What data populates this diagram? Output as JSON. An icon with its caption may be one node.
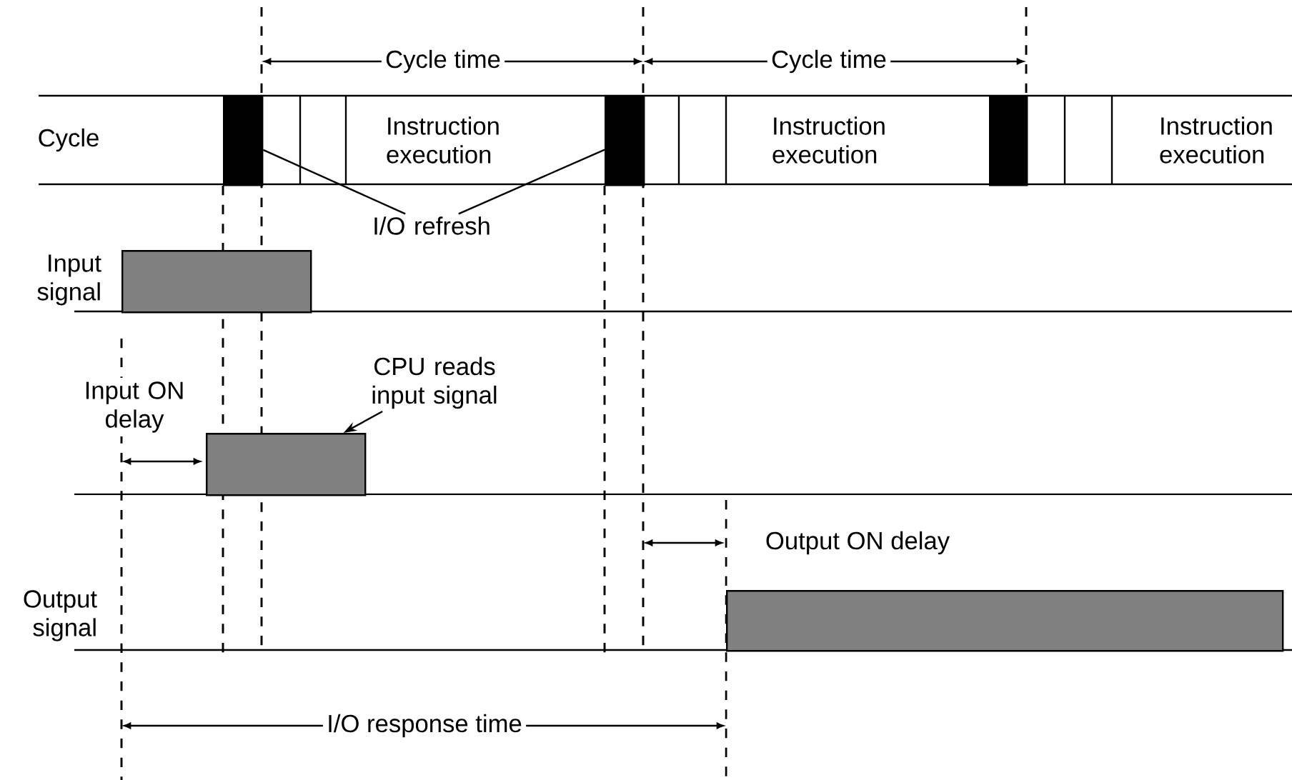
{
  "diagram": {
    "nodes": [
      {
        "text": [
          "I/O refresh"
        ]
      },
      {
        "text": [],
        "shape": "bar"
      },
      {
        "text": [],
        "shape": "bar"
      },
      {
        "text": [],
        "shape": "bar"
      },
      {
        "text": [],
        "shape": "bar"
      },
      {
        "text": [
          "CPU reads input signal"
        ]
      },
      {
        "text": [],
        "shape": "bar"
      },
      {
        "text": [],
        "shape": "bar"
      }
    ],
    "edges": [
      {
        "from": 0,
        "to": 1,
        "arrow": "none"
      },
      {
        "from": 0,
        "to": 2,
        "arrow": "none"
      },
      {
        "from": 5,
        "to": 6,
        "arrow": "to"
      }
    ],
    "labels": [
      "Cycle time",
      "Cycle time",
      "Cycle",
      "Instruction execution",
      "Instruction execution",
      "Instruction execution",
      "Input signal",
      "Input ON delay",
      "Output ON delay",
      "Output signal",
      "I/O response time"
    ]
  }
}
